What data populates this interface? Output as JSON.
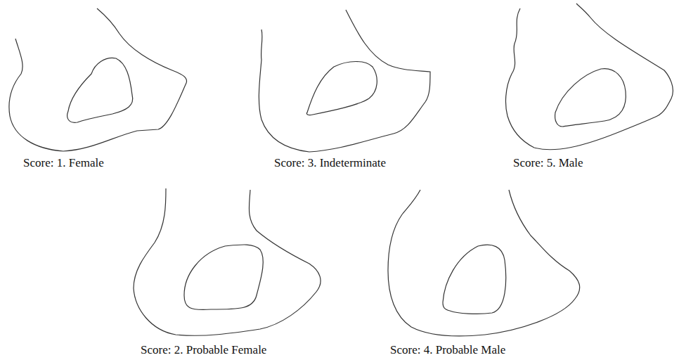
{
  "diagram": {
    "labels": [
      "Score: 1. Female",
      "Score: 3. Indeterminate",
      "Score: 5. Male",
      "Score: 2. Probable Female",
      "Score: 4. Probable Male"
    ]
  }
}
